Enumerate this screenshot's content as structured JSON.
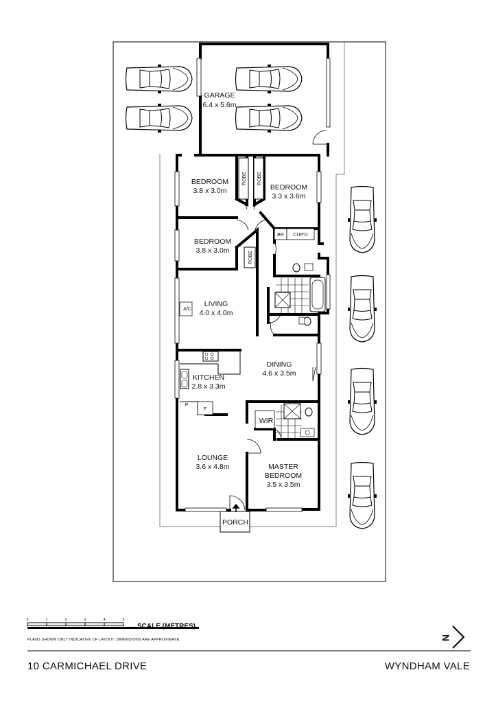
{
  "rooms": {
    "garage": {
      "name": "GARAGE",
      "size": "6.4 x 5.6m"
    },
    "bedroom_top_left": {
      "name": "BEDROOM",
      "size": "3.8 x 3.0m"
    },
    "bedroom_top_right": {
      "name": "BEDROOM",
      "size": "3.3 x 3.6m"
    },
    "bedroom_middle": {
      "name": "BEDROOM",
      "size": "3.8 x 3.0m"
    },
    "living": {
      "name": "LIVING",
      "size": "4.0 x 4.0m"
    },
    "dining": {
      "name": "DINING",
      "size": "4.6 x 3.5m"
    },
    "kitchen": {
      "name": "KITCHEN",
      "size": "2.8 x 3.3m"
    },
    "lounge": {
      "name": "LOUNGE",
      "size": "3.6 x 4.8m"
    },
    "master": {
      "name_line1": "MASTER",
      "name_line2": "BEDROOM",
      "size": "3.5 x 3.5m"
    }
  },
  "fixtures": {
    "robe": "ROBE",
    "br": "BR",
    "cupd": "CUP'D",
    "ac": "A/C",
    "wir": "WIR",
    "pantry": "P",
    "fridge": "F",
    "porch": "PORCH"
  },
  "scale": {
    "title": "SCALE (METRES)",
    "ticks": [
      "0",
      "1",
      "2",
      "3",
      "4",
      "5"
    ]
  },
  "disclaimer": "PLANS SHOWN ONLY INDICATIVE OF LAYOUT.  DIMENSIONS ARE APPROXIMATE.",
  "compass": {
    "label": "N"
  },
  "footer": {
    "address": "10 CARMICHAEL DRIVE",
    "suburb": "WYNDHAM VALE"
  }
}
